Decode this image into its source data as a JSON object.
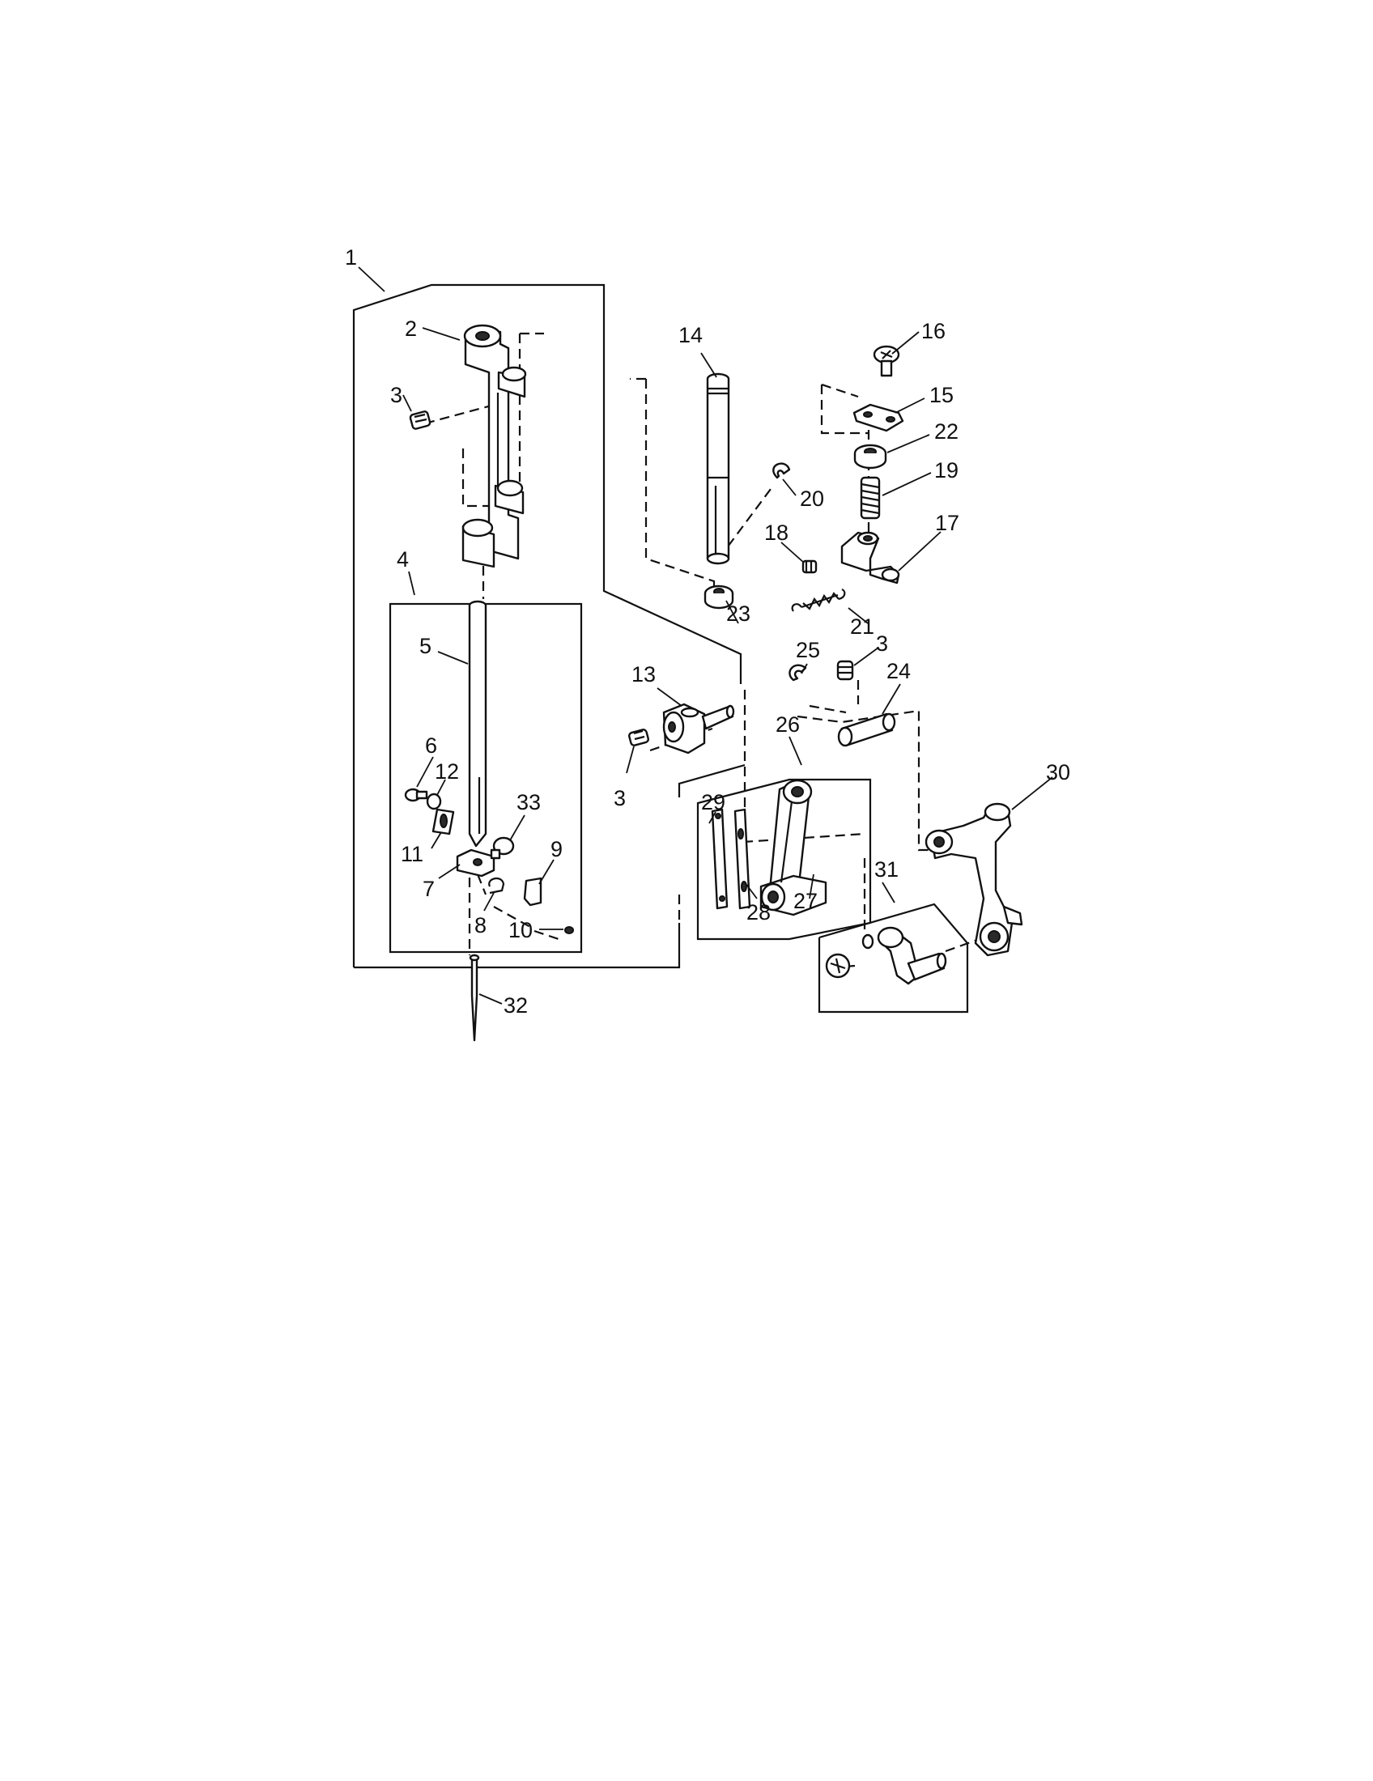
{
  "diagram": {
    "callouts": [
      "1",
      "2",
      "3",
      "4",
      "5",
      "6",
      "12",
      "11",
      "7",
      "33",
      "8",
      "9",
      "10",
      "32",
      "14",
      "16",
      "15",
      "22",
      "20",
      "19",
      "18",
      "17",
      "23",
      "21",
      "13",
      "3",
      "25",
      "3",
      "24",
      "26",
      "29",
      "28",
      "27",
      "30",
      "31"
    ]
  }
}
